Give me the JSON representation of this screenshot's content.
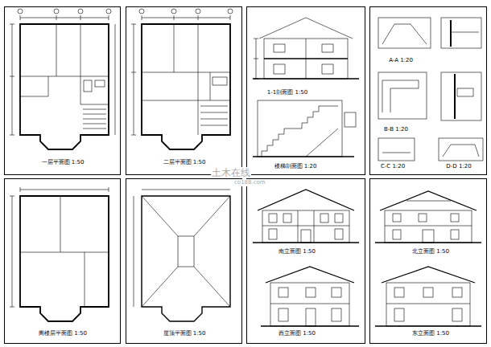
{
  "diagram": {
    "nodes": [
      {
        "text": [
          "一层平面图 1:50"
        ]
      },
      {
        "text": [
          "二层平面图 1:50"
        ]
      },
      {
        "text": [
          "1-1剖面图 1:50",
          "楼梯剖面图 1:20"
        ]
      },
      {
        "text": [
          "A-A 1:20",
          "B-B 1:20",
          "C-C 1:20",
          "D-D 1:20"
        ]
      },
      {
        "text": [
          "阁楼层平面图 1:50"
        ]
      },
      {
        "text": [
          "屋顶平面图 1:50"
        ]
      },
      {
        "text": [
          "南立面图 1:50",
          "西立面图 1:50"
        ]
      },
      {
        "text": [
          "北立面图 1:50",
          "东立面图 1:50"
        ]
      }
    ],
    "labels": [
      "土木在线",
      "co188.com"
    ]
  }
}
